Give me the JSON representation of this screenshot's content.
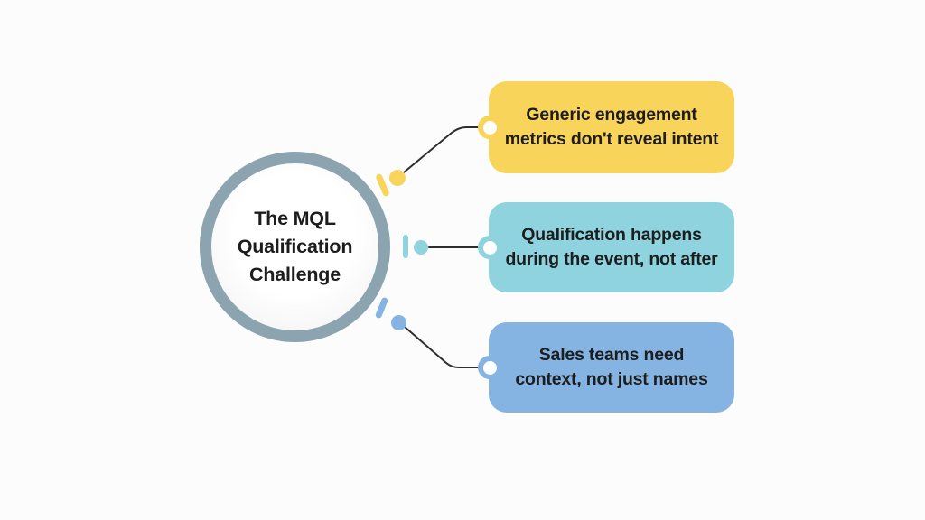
{
  "diagram": {
    "title": "The MQL Qualification Challenge",
    "title_lines": [
      "The MQL",
      "Qualification",
      "Challenge"
    ],
    "cards": [
      {
        "id": "generic-engagement",
        "lines": [
          "Generic engagement",
          "metrics don't reveal intent"
        ],
        "color": "#F9D45A"
      },
      {
        "id": "qualification-timing",
        "lines": [
          "Qualification happens",
          "during the event, not after"
        ],
        "color": "#8ED3DE"
      },
      {
        "id": "sales-context",
        "lines": [
          "Sales teams need",
          "context, not just names"
        ],
        "color": "#85B4E2"
      }
    ],
    "colors": {
      "background": "#FCFCFC",
      "circle_ring": "#8CA3B0",
      "connector_line": "#2E2E2E",
      "text": "#1D1D1D"
    }
  }
}
